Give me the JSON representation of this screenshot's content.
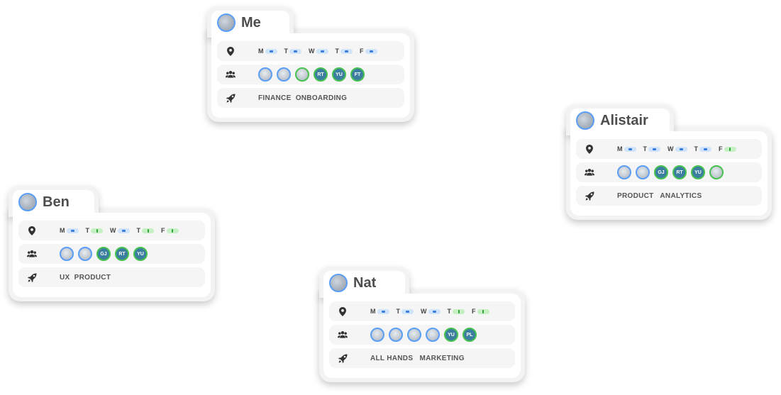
{
  "days": [
    "M",
    "T",
    "W",
    "T",
    "F"
  ],
  "cards": {
    "me": {
      "name": "Me",
      "schedule": [
        "office",
        "office",
        "office",
        "office",
        "office"
      ],
      "people": [
        {
          "type": "photo"
        },
        {
          "type": "photo"
        },
        {
          "type": "photo",
          "ring": "green"
        },
        {
          "type": "initials",
          "label": "RT"
        },
        {
          "type": "initials",
          "label": "YU"
        },
        {
          "type": "initials",
          "label": "FT"
        }
      ],
      "tags": "FINANCE  ONBOARDING"
    },
    "alistair": {
      "name": "Alistair",
      "schedule": [
        "office",
        "office",
        "office",
        "office",
        "home"
      ],
      "people": [
        {
          "type": "photo"
        },
        {
          "type": "photo"
        },
        {
          "type": "initials",
          "label": "GJ"
        },
        {
          "type": "initials",
          "label": "RT"
        },
        {
          "type": "initials",
          "label": "YU"
        },
        {
          "type": "photo",
          "ring": "green"
        }
      ],
      "tags": "PRODUCT   ANALYTICS"
    },
    "ben": {
      "name": "Ben",
      "schedule": [
        "office",
        "home",
        "office",
        "home",
        "home"
      ],
      "people": [
        {
          "type": "photo"
        },
        {
          "type": "photo"
        },
        {
          "type": "initials",
          "label": "GJ"
        },
        {
          "type": "initials",
          "label": "RT"
        },
        {
          "type": "initials",
          "label": "YU"
        }
      ],
      "tags": "UX  PRODUCT"
    },
    "nat": {
      "name": "Nat",
      "schedule": [
        "office",
        "office",
        "office",
        "home",
        "home"
      ],
      "people": [
        {
          "type": "photo"
        },
        {
          "type": "photo"
        },
        {
          "type": "photo"
        },
        {
          "type": "photo"
        },
        {
          "type": "initials",
          "label": "YU"
        },
        {
          "type": "initials",
          "label": "PL"
        }
      ],
      "tags": "ALL HANDS   MARKETING"
    }
  },
  "icons": {
    "location": "location-pin-icon",
    "team": "group-icon",
    "projects": "rocket-icon",
    "office": "building-icon",
    "home": "home-icon"
  },
  "colors": {
    "office_pill": "#cfe3fb",
    "home_pill": "#c6f0c4",
    "avatar_ring": "#5b9ef7",
    "initials_ring": "#47c24f"
  }
}
